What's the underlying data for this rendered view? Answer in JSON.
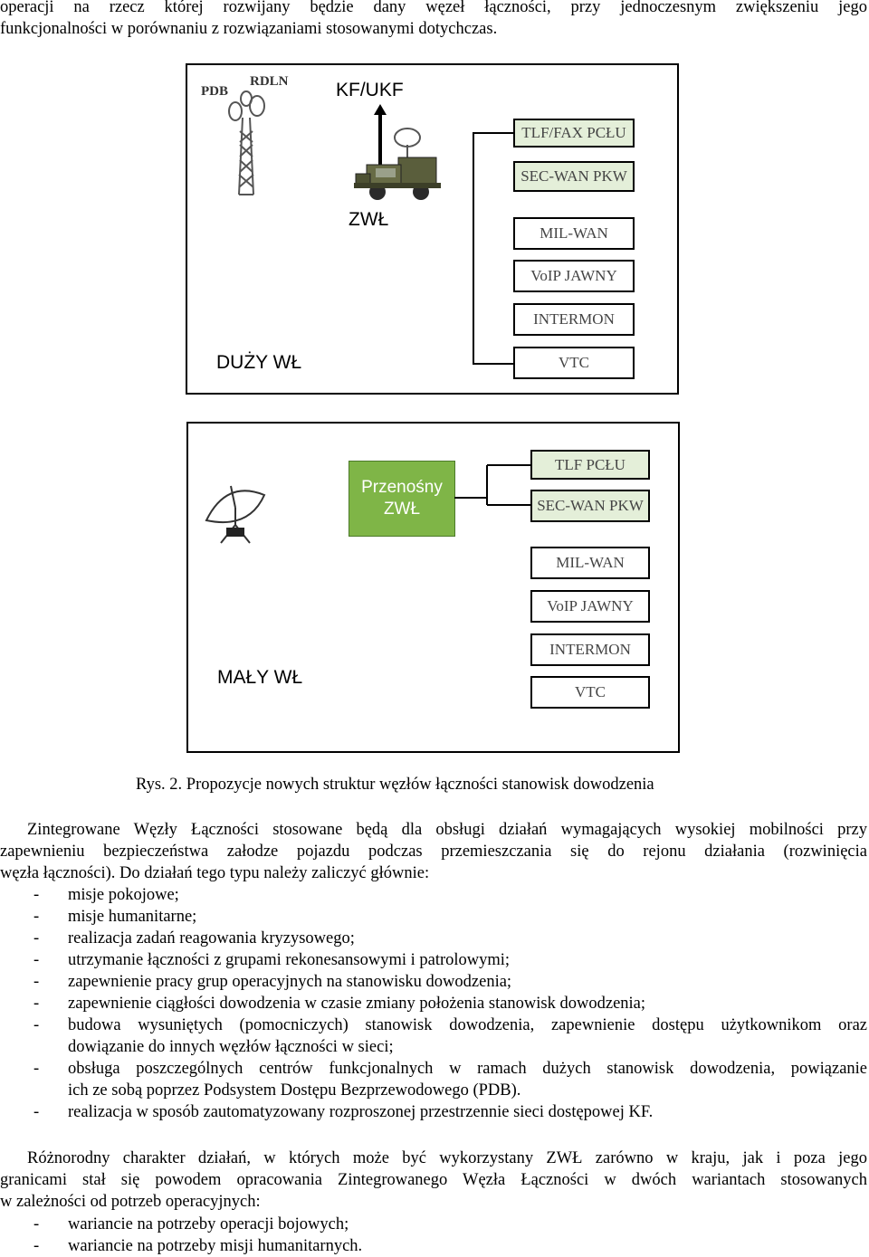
{
  "intro": {
    "line1": "operacji na rzecz której rozwijany będzie dany węzeł łączności, przy jednoczesnym zwiększeniu jego",
    "line2": "funkcjonalności w porównaniu z rozwiązaniami stosowanymi dotychczas."
  },
  "figure": {
    "big": {
      "pdb": "PDB",
      "rdln": "RDLN",
      "kfukf": "KF/UKF",
      "zwl": "ZWŁ",
      "title": "DUŻY WŁ",
      "services": [
        "TLF/FAX  PCŁU",
        "SEC-WAN PKW",
        "MIL-WAN",
        "VoIP JAWNY",
        "INTERMON",
        "VTC"
      ]
    },
    "small": {
      "zwl_line1": "Przenośny",
      "zwl_line2": "ZWŁ",
      "title": "MAŁY WŁ",
      "services": [
        "TLF  PCŁU",
        "SEC-WAN PKW",
        "MIL-WAN",
        "VoIP JAWNY",
        "INTERMON",
        "VTC"
      ]
    },
    "caption": "Rys. 2. Propozycje nowych struktur węzłów łączności stanowisk dowodzenia"
  },
  "para1": {
    "line1": "Zintegrowane Węzły Łączności stosowane będą dla obsługi działań wymagających wysokiej mobilności przy",
    "line2": "zapewnieniu bezpieczeństwa załodze pojazdu podczas przemieszczania się do rejonu działania (rozwinięcia",
    "line3": "węzła łączności). Do działań tego typu należy zaliczyć głównie:"
  },
  "list1": [
    {
      "dash": "-",
      "lines": [
        "misje pokojowe;"
      ]
    },
    {
      "dash": "-",
      "lines": [
        "misje humanitarne;"
      ]
    },
    {
      "dash": "-",
      "lines": [
        "realizacja zadań reagowania kryzysowego;"
      ]
    },
    {
      "dash": "-",
      "lines": [
        "utrzymanie łączności z grupami rekonesansowymi i patrolowymi;"
      ]
    },
    {
      "dash": "-",
      "lines": [
        "zapewnienie pracy grup operacyjnych na stanowisku dowodzenia;"
      ]
    },
    {
      "dash": "-",
      "lines": [
        "zapewnienie ciągłości dowodzenia w czasie zmiany położenia stanowisk dowodzenia;"
      ]
    },
    {
      "dash": "-",
      "lines": [
        "budowa wysuniętych (pomocniczych) stanowisk dowodzenia, zapewnienie dostępu użytkownikom oraz",
        "dowiązanie do innych węzłów łączności w sieci;"
      ]
    },
    {
      "dash": "-",
      "lines": [
        "obsługa poszczególnych centrów funkcjonalnych w ramach dużych stanowisk dowodzenia, powiązanie",
        "ich ze sobą poprzez Podsystem Dostępu Bezprzewodowego (PDB)."
      ]
    },
    {
      "dash": "-",
      "lines": [
        "realizacja w sposób zautomatyzowany rozproszonej przestrzennie sieci dostępowej KF."
      ]
    }
  ],
  "para2": {
    "line1": "Różnorodny charakter działań, w których może być wykorzystany ZWŁ zarówno w kraju, jak i poza jego",
    "line2": "granicami stał się powodem opracowania Zintegrowanego Węzła Łączności w dwóch wariantach stosowanych",
    "line3": "w zależności od potrzeb operacyjnych:"
  },
  "list2": [
    {
      "dash": "-",
      "lines": [
        "wariancie na potrzeby operacji bojowych;"
      ]
    },
    {
      "dash": "-",
      "lines": [
        "wariancie na potrzeby misji humanitarnych."
      ]
    }
  ]
}
